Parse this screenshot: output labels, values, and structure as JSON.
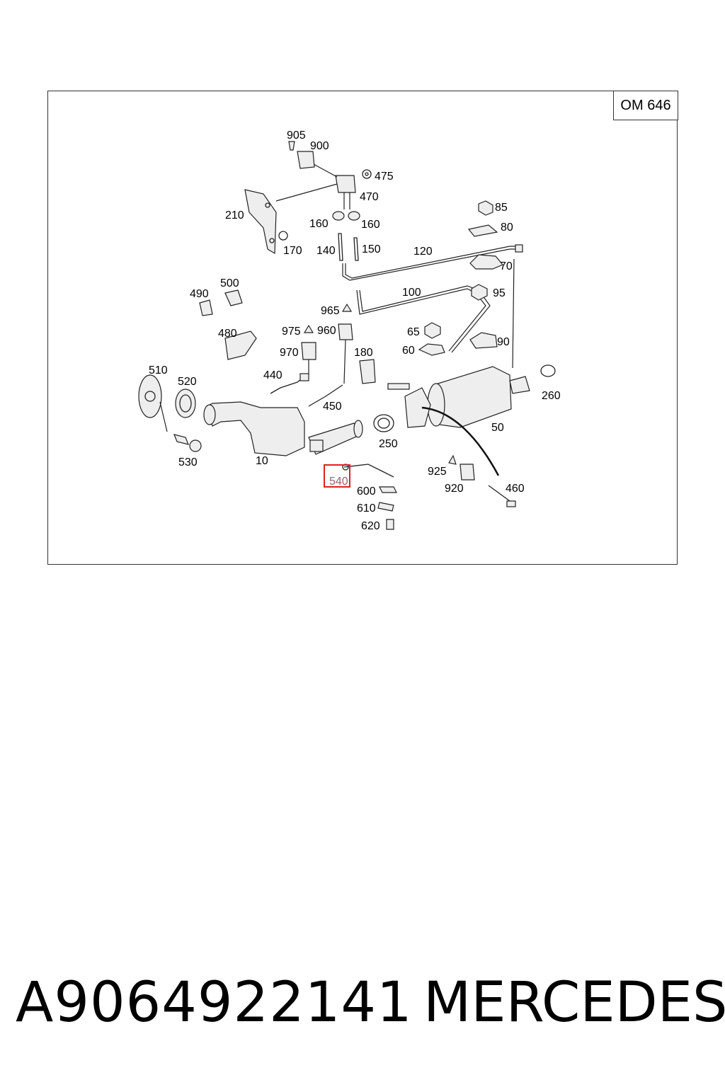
{
  "engine_label": "OM 646",
  "highlight_color": "#e02020",
  "part_labels": [
    "905",
    "900",
    "475",
    "470",
    "210",
    "160",
    "160",
    "170",
    "140",
    "150",
    "120",
    "85",
    "80",
    "70",
    "100",
    "95",
    "490",
    "500",
    "965",
    "975",
    "960",
    "65",
    "60",
    "90",
    "480",
    "970",
    "180",
    "440",
    "510",
    "520",
    "450",
    "260",
    "50",
    "250",
    "530",
    "10",
    "540",
    "925",
    "920",
    "460",
    "600",
    "610",
    "620"
  ],
  "highlighted_part": "540",
  "footer": {
    "part_number": "A9064922141",
    "brand": "MERCEDES"
  }
}
